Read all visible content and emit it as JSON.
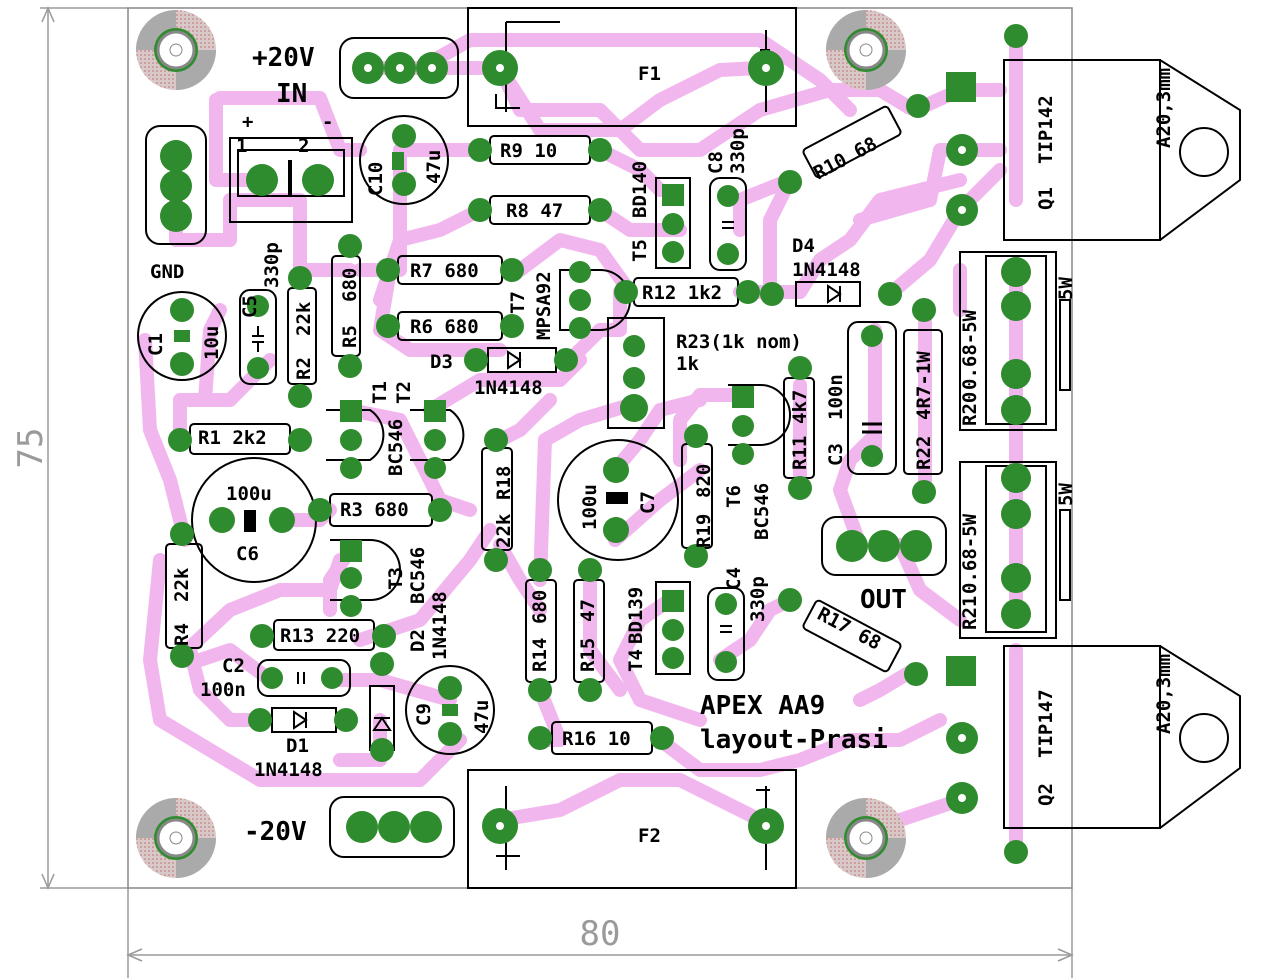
{
  "dimensions": {
    "height": "75",
    "width": "80"
  },
  "labels": {
    "plus20": "+20V",
    "in": "IN",
    "term_plus": "+",
    "term_minus": "-",
    "term_1": "1",
    "term_2": "2",
    "gnd": "GND",
    "minus20": "-20V",
    "out": "OUT",
    "title1": "APEX AA9",
    "title2": "layout-Prasi",
    "heatsink": "A20,3mm"
  },
  "components": {
    "F1": "F1",
    "F2": "F2",
    "R9": "R9  10",
    "R8": "R8  47",
    "C10": "C10",
    "C10v": "47u",
    "BD140": "BD140",
    "T5": "T5",
    "C8": "C8",
    "C8v": "330p",
    "R10": "R10 68",
    "TIP142": "TIP142",
    "Q1": "Q1",
    "C5": "C5",
    "C5v": "330p",
    "R2": "R2",
    "R2v": "22k",
    "R5": "R5",
    "R5v": "680",
    "R7": "R7  680",
    "R6": "R6  680",
    "T7": "T7",
    "MPSA92": "MPSA92",
    "R12": "R12 1k2",
    "D4": "D4",
    "D4v": "1N4148",
    "R20": "R20",
    "R20v": "0.68-5W",
    "R21": "R21",
    "R21v": "0.68-5W",
    "W5": "5W",
    "C1": "C1",
    "C1v": "10u",
    "D3": "D3",
    "D3v": "1N4148",
    "R23": "R23(1k nom)",
    "R23v": "1k",
    "R11": "R11",
    "R11v": "4k7",
    "C3": "C3",
    "C3v": "100n",
    "R22": "R22",
    "R22v": "4R7-1W",
    "T1": "T1",
    "T2": "T2",
    "BC546a": "BC546",
    "R1": "R1  2k2",
    "R18": "R18",
    "R18v": "22k",
    "C7": "C7",
    "C7v": "100u",
    "R19": "R19",
    "R19v": "820",
    "T6": "T6",
    "BC546b": "BC546",
    "C6": "C6",
    "C6v": "100u",
    "R3": "R3 680",
    "T3": "T3",
    "BC546c": "BC546",
    "R4": "R4",
    "R4v": "22k",
    "D2": "D2",
    "D2v": "1N4148",
    "R14": "R14",
    "R14v": "680",
    "R15": "R15",
    "R15v": "47",
    "T4": "T4",
    "BD139": "BD139",
    "C4": "C4",
    "C4v": "330p",
    "R17": "R17 68",
    "R13": "R13 220",
    "C2": "C2",
    "C2v": "100n",
    "C9": "C9",
    "C9v": "47u",
    "D1": "D1",
    "D1v": "1N4148",
    "R16": "R16 10",
    "TIP147": "TIP147",
    "Q2": "Q2"
  },
  "colors": {
    "pad": "#2e8b2e",
    "trace": "#f2b6ee",
    "dimension": "#9a9a9a"
  }
}
